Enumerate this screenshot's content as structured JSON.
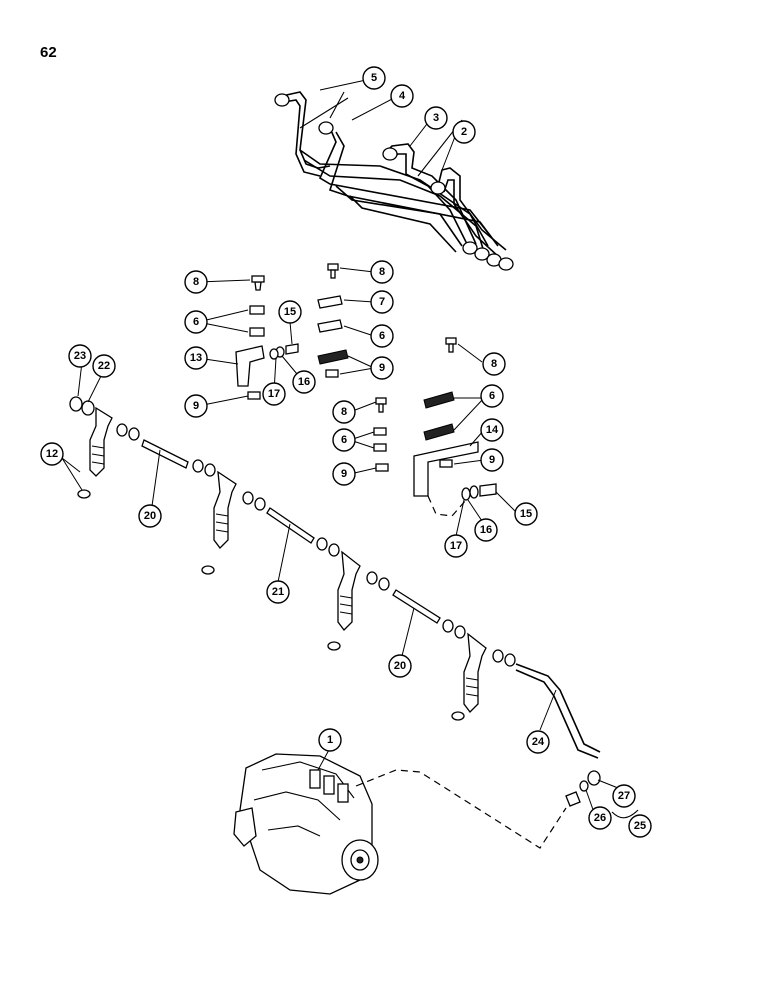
{
  "page": {
    "number": "62"
  },
  "callouts": [
    {
      "id": "c1",
      "label": "1"
    },
    {
      "id": "c2",
      "label": "2"
    },
    {
      "id": "c3",
      "label": "3"
    },
    {
      "id": "c4",
      "label": "4"
    },
    {
      "id": "c5",
      "label": "5"
    },
    {
      "id": "c6a",
      "label": "6"
    },
    {
      "id": "c6b",
      "label": "6"
    },
    {
      "id": "c6c",
      "label": "6"
    },
    {
      "id": "c6d",
      "label": "6"
    },
    {
      "id": "c7",
      "label": "7"
    },
    {
      "id": "c8a",
      "label": "8"
    },
    {
      "id": "c8b",
      "label": "8"
    },
    {
      "id": "c8c",
      "label": "8"
    },
    {
      "id": "c8d",
      "label": "8"
    },
    {
      "id": "c9a",
      "label": "9"
    },
    {
      "id": "c9b",
      "label": "9"
    },
    {
      "id": "c9c",
      "label": "9"
    },
    {
      "id": "c9d",
      "label": "9"
    },
    {
      "id": "c12",
      "label": "12"
    },
    {
      "id": "c13",
      "label": "13"
    },
    {
      "id": "c14",
      "label": "14"
    },
    {
      "id": "c15a",
      "label": "15"
    },
    {
      "id": "c15b",
      "label": "15"
    },
    {
      "id": "c16a",
      "label": "16"
    },
    {
      "id": "c16b",
      "label": "16"
    },
    {
      "id": "c17a",
      "label": "17"
    },
    {
      "id": "c17b",
      "label": "17"
    },
    {
      "id": "c20a",
      "label": "20"
    },
    {
      "id": "c20b",
      "label": "20"
    },
    {
      "id": "c21",
      "label": "21"
    },
    {
      "id": "c22",
      "label": "22"
    },
    {
      "id": "c23",
      "label": "23"
    },
    {
      "id": "c24",
      "label": "24"
    },
    {
      "id": "c25",
      "label": "25"
    },
    {
      "id": "c26",
      "label": "26"
    },
    {
      "id": "c27",
      "label": "27"
    }
  ]
}
